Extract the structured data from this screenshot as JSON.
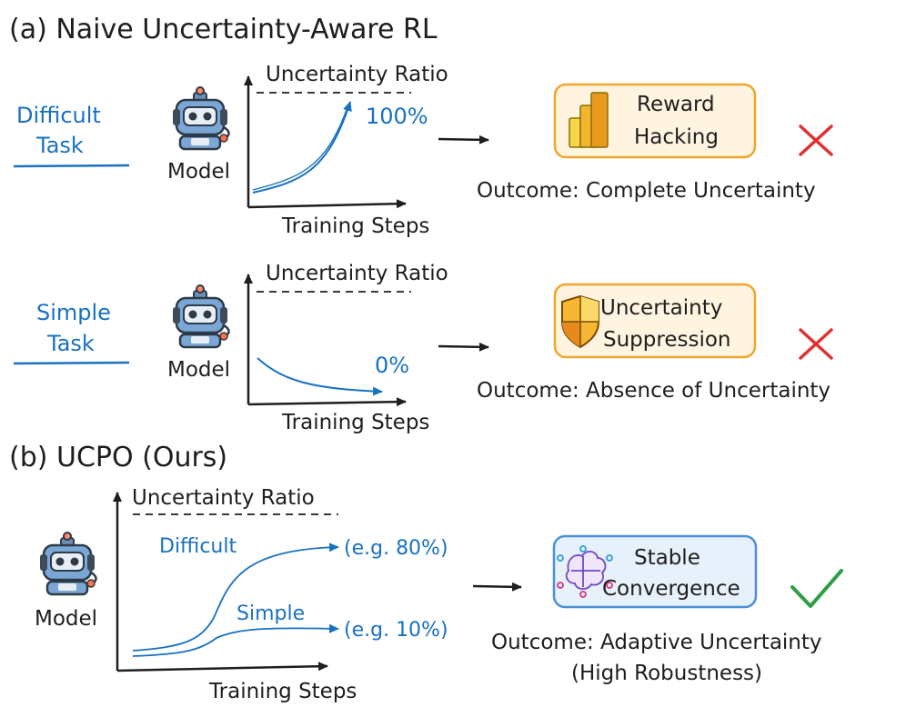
{
  "section_a": {
    "title": "(a) Naive Uncertainty-Aware RL",
    "difficult": {
      "task_line1": "Difficult",
      "task_line2": "Task",
      "model_label": "Model",
      "y_label": "Uncertainty Ratio",
      "x_label": "Training Steps",
      "value_label": "100%",
      "box_line1": "Reward",
      "box_line2": "Hacking",
      "outcome": "Outcome: Complete Uncertainty"
    },
    "simple": {
      "task_line1": "Simple",
      "task_line2": "Task",
      "model_label": "Model",
      "y_label": "Uncertainty Ratio",
      "x_label": "Training Steps",
      "value_label": "0%",
      "box_line1": "Uncertainty",
      "box_line2": "Suppression",
      "outcome": "Outcome: Absence of Uncertainty"
    }
  },
  "section_b": {
    "title": "(b) UCPO (Ours)",
    "model_label": "Model",
    "y_label": "Uncertainty Ratio",
    "x_label": "Training Steps",
    "difficult_label": "Difficult",
    "difficult_value": "(e.g. 80%)",
    "simple_label": "Simple",
    "simple_value": "(e.g. 10%)",
    "box_line1": "Stable",
    "box_line2": "Convergence",
    "outcome_line1": "Outcome: Adaptive Uncertainty",
    "outcome_line2": "(High Robustness)"
  },
  "colors": {
    "accent_blue": "#1971c2",
    "fail_red": "#e03131",
    "success_green": "#2f9e44",
    "warn_box_fill": "#fff4e0",
    "warn_box_stroke": "#f0a52b",
    "ok_box_fill": "#e7f1fb",
    "ok_box_stroke": "#4a90d9"
  },
  "icons": {
    "robot": "robot-head-icon",
    "reward": "bar-chart-icon",
    "suppression": "shield-icon",
    "convergence": "brain-circuit-icon",
    "fail": "cross-icon",
    "success": "check-icon"
  }
}
